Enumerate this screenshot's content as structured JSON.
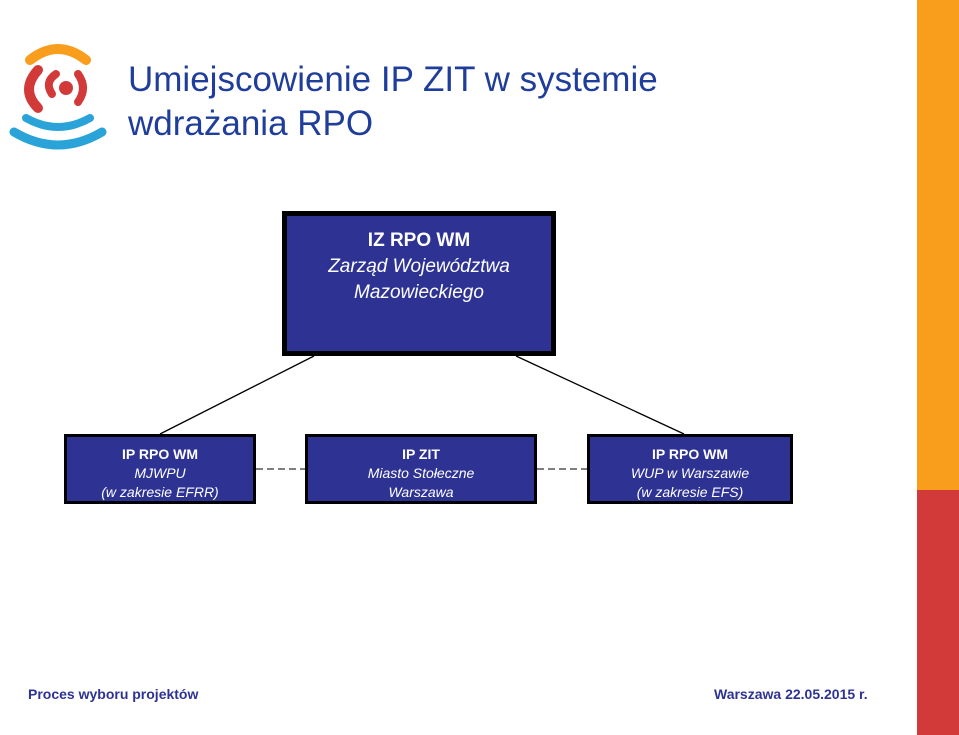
{
  "title": {
    "line1": "Umiejscowienie IP ZIT w systemie",
    "line2": "wdrażania RPO"
  },
  "top_box": {
    "line1": "IZ RPO WM",
    "line2": "Zarząd Województwa",
    "line3": "Mazowieckiego"
  },
  "left_box": {
    "line1": "IP RPO WM",
    "line2": "MJWPU",
    "line3": "(w zakresie EFRR)"
  },
  "mid_box": {
    "line1": "IP ZIT",
    "line2": "Miasto Stołeczne",
    "line3": "Warszawa"
  },
  "right_box": {
    "line1": "IP RPO WM",
    "line2": "WUP w Warszawie",
    "line3": "(w zakresie EFS)"
  },
  "footer": {
    "left": "Proces wyboru projektów",
    "right": "Warszawa  22.05.2015 r."
  },
  "colors": {
    "title": "#1f3d9a",
    "box_fill": "#2e3393",
    "accent_orange": "#f99d1c",
    "accent_red": "#d23a3a",
    "logo_blue": "#29a3d8"
  }
}
